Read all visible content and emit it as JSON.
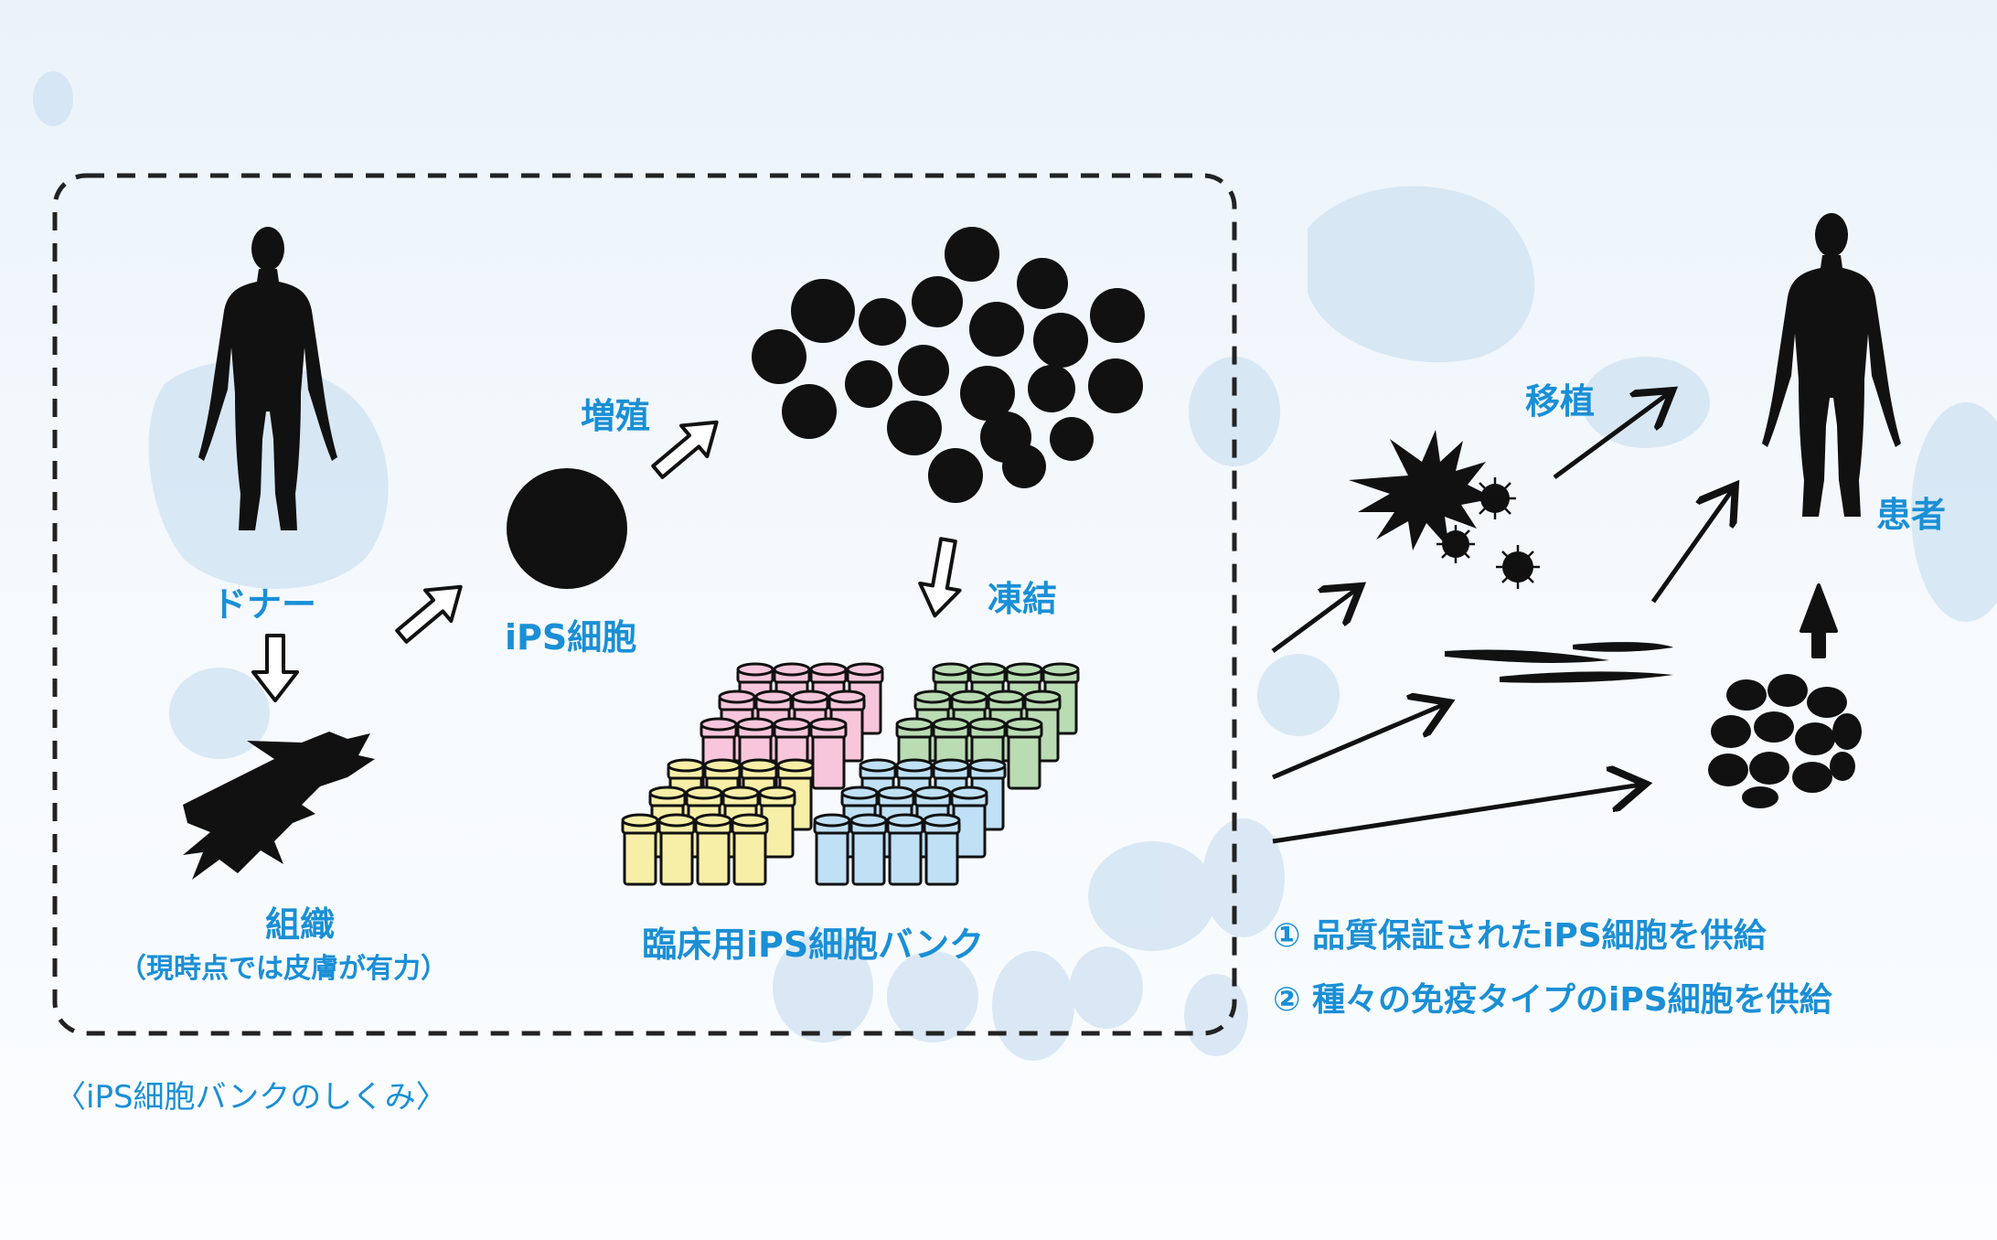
{
  "labels": {
    "donor": "ドナー",
    "tissue": "組織",
    "tissue_note": "（現時点では皮膚が有力）",
    "ips_cell": "iPS細胞",
    "proliferation": "増殖",
    "freezing": "凍結",
    "bank": "臨床用iPS細胞バンク",
    "transplant": "移植",
    "patient": "患者"
  },
  "notes": [
    "① 品質保証されたiPS細胞を供給",
    "② 種々の免疫タイプのiPS細胞を供給"
  ],
  "caption": "〈iPS細胞バンクのしくみ〉",
  "colors": {
    "accent": "#1a8fd6",
    "ink": "#111111",
    "background_blob": "#cfe2f1",
    "tube_pink": "#f7c6dc",
    "tube_green": "#b9dcb3",
    "tube_yellow": "#f7efa8",
    "tube_blue": "#bfe0f5"
  },
  "icons": [
    "human-silhouette-icon",
    "tissue-cell-icon",
    "ips-cell-icon",
    "cell-cluster-icon",
    "vial-tube-icon",
    "arrow-icon"
  ]
}
